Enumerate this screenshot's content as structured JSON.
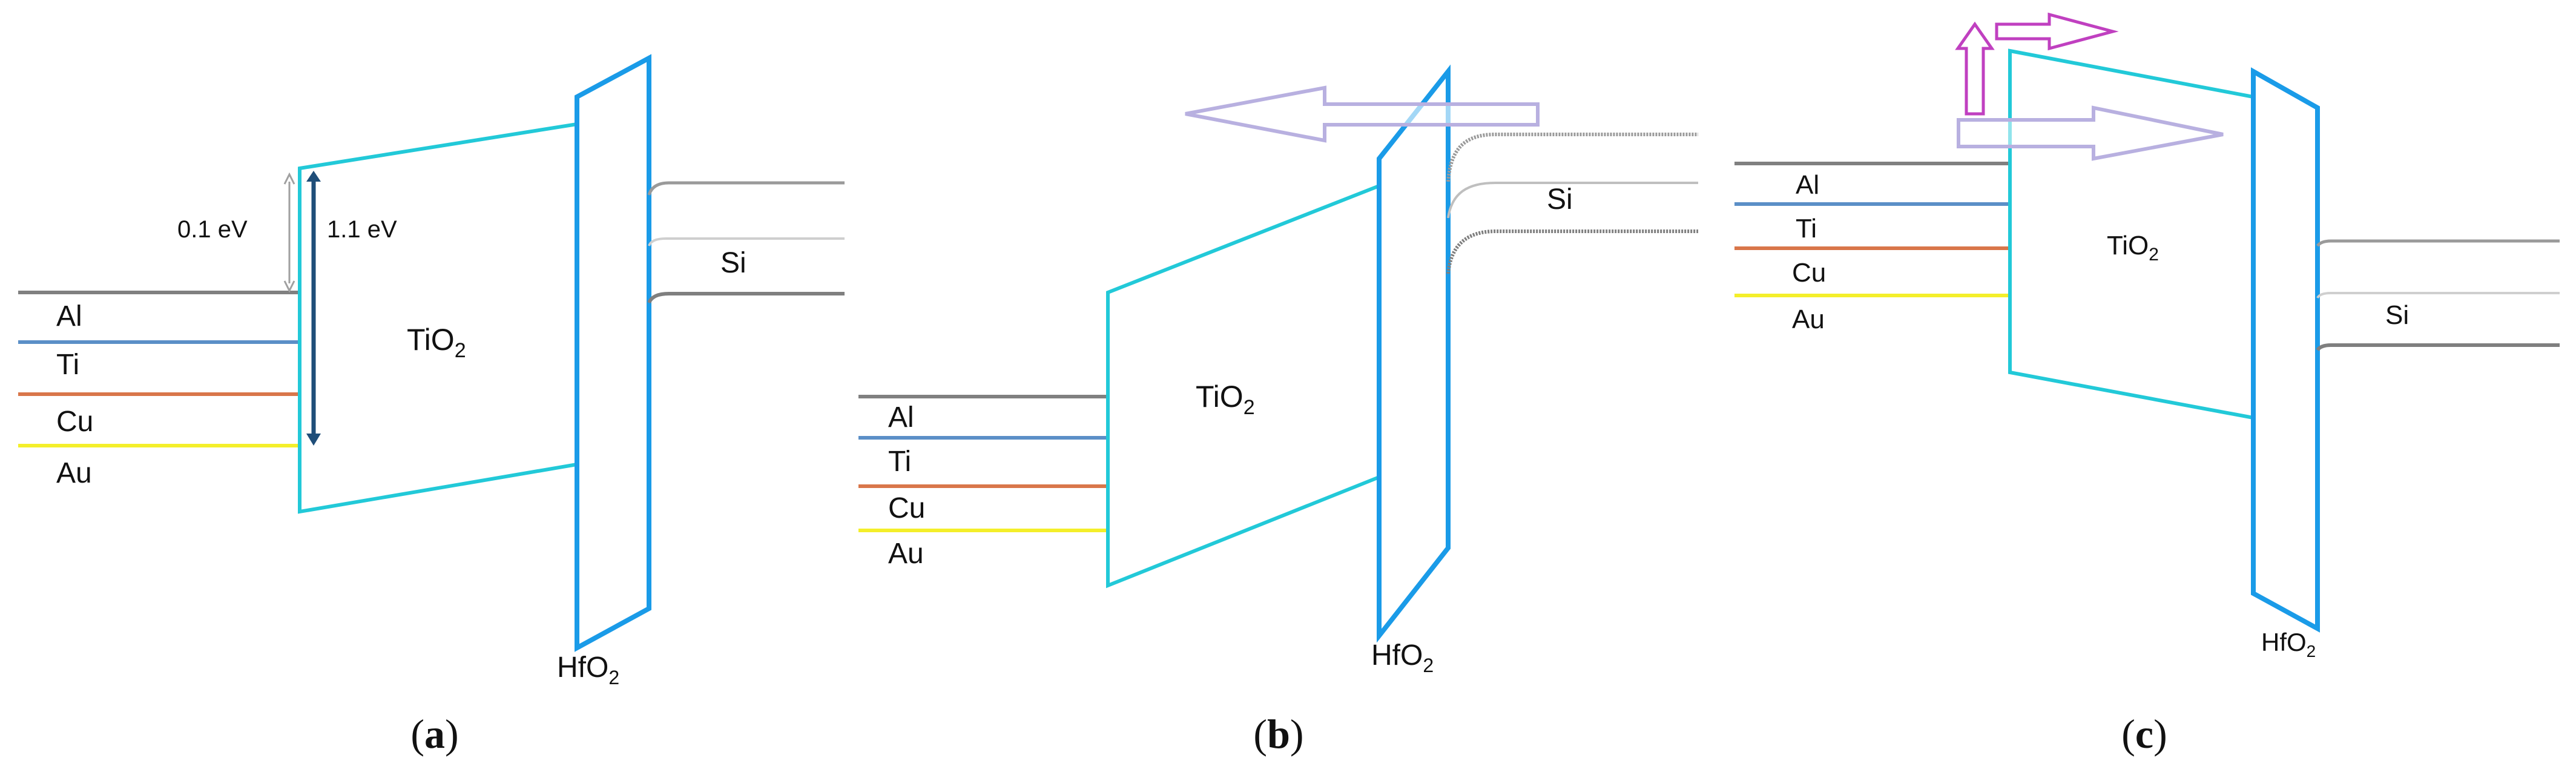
{
  "colors": {
    "al_line": "#808080",
    "ti_line": "#5b8fc7",
    "cu_line": "#d9764a",
    "au_line": "#f4ef2a",
    "tio2_outline": "#22c9d8",
    "hfo2_outline": "#1a9be8",
    "si_line_dark": "#7f7f7f",
    "si_line_light": "#bfbfbf",
    "energy_arrow_1_1": "#1f4e79",
    "energy_arrow_0_1": "#a0a0a0",
    "big_arrow_outline": "#b8b0e0",
    "magenta_arrow": "#c040c0"
  },
  "panels": [
    {
      "id": "a",
      "caption": {
        "open": "(",
        "letter": "a",
        "close": ")"
      },
      "metals": [
        "Al",
        "Ti",
        "Cu",
        "Au"
      ],
      "tio2": {
        "main": "TiO",
        "sub": "2"
      },
      "hfo2": {
        "main": "HfO",
        "sub": "2"
      },
      "si": "Si",
      "energy_labels": [
        "0.1 eV",
        "1.1 eV"
      ]
    },
    {
      "id": "b",
      "caption": {
        "open": "(",
        "letter": "b",
        "close": ")"
      },
      "metals": [
        "Al",
        "Ti",
        "Cu",
        "Au"
      ],
      "tio2": {
        "main": "TiO",
        "sub": "2"
      },
      "hfo2": {
        "main": "HfO",
        "sub": "2"
      },
      "si": "Si",
      "arrow": "left-arrow-icon"
    },
    {
      "id": "c",
      "caption": {
        "open": "(",
        "letter": "c",
        "close": ")"
      },
      "metals": [
        "Al",
        "Ti",
        "Cu",
        "Au"
      ],
      "tio2": {
        "main": "TiO",
        "sub": "2"
      },
      "hfo2": {
        "main": "HfO",
        "sub": "2"
      },
      "si": "Si",
      "arrows": [
        "up-arrow-icon",
        "right-arrow-icon",
        "right-arrow-icon"
      ]
    }
  ]
}
